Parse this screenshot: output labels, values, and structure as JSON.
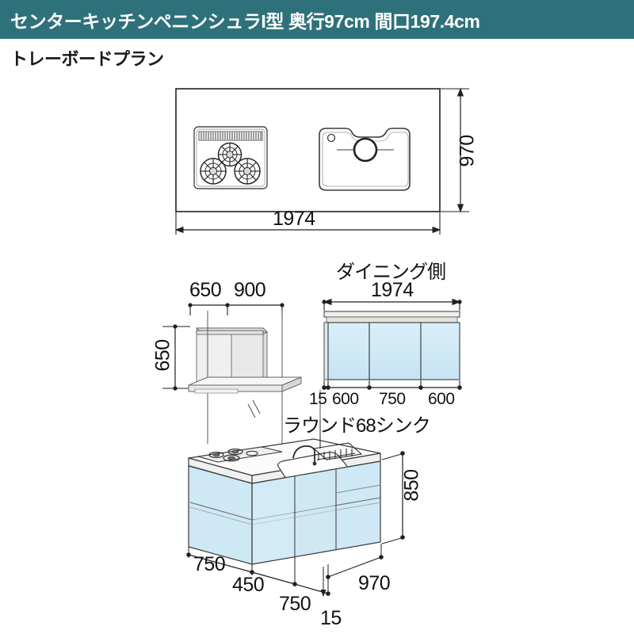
{
  "header": {
    "title": "センターキッチンペニンシュラI型 奥行97cm 間口197.4cm",
    "bar_color": "#2e717a",
    "text_color": "#ffffff"
  },
  "subtitle": "トレーボードプラン",
  "colors": {
    "panel_blue": "#cfe8f5",
    "panel_blue_light": "#dff1fa",
    "counter_grey": "#efefef",
    "line": "#231f20",
    "hood_grey": "#e8e8e8"
  },
  "views": {
    "plan": {
      "name": "top-plan-view",
      "width_label": "1974",
      "depth_label": "970",
      "features": [
        "3-burner-cooktop",
        "round-sink"
      ]
    },
    "hood": {
      "name": "hood-elevation",
      "dim_left": "650",
      "dim_right": "900",
      "height_label": "650"
    },
    "dining": {
      "name": "dining-side-elevation",
      "caption": "ダイニング側",
      "total_width": "1974",
      "segments": [
        "15",
        "600",
        "750",
        "600"
      ]
    },
    "main": {
      "name": "main-kitchen-perspective",
      "sink_label": "ラウンド68シンク",
      "height_label": "850",
      "depth_label": "970",
      "bottom_dims": [
        "750",
        "450",
        "750",
        "15"
      ],
      "door_count": 3
    }
  }
}
